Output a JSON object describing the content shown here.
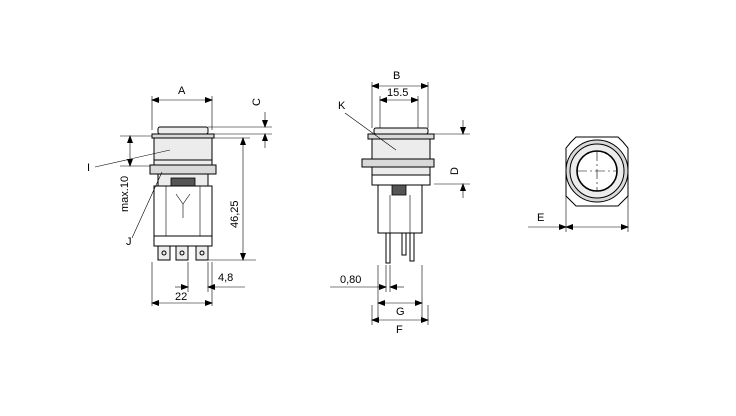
{
  "labels": {
    "A": "A",
    "B": "B",
    "C": "C",
    "D": "D",
    "E": "E",
    "F": "F",
    "G": "G",
    "I": "I",
    "J": "J",
    "K": "K"
  },
  "dimensions": {
    "d_15_5": "15.5",
    "d_max10": "max.10",
    "d_46_25": "46,25",
    "d_4_8": "4,8",
    "d_22": "22",
    "d_0_80": "0,80"
  }
}
